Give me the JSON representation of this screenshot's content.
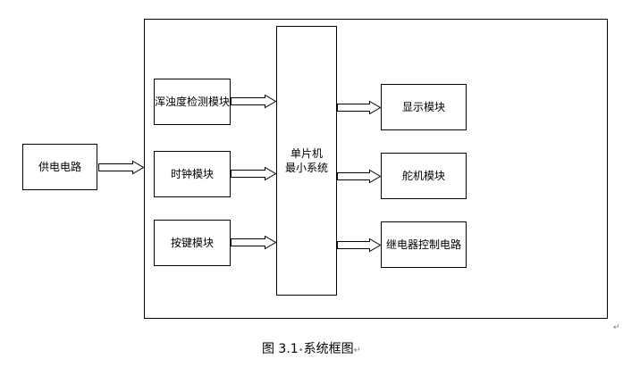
{
  "diagram": {
    "power_supply": "供电电路",
    "turbidity_module": "浑浊度检测模块",
    "clock_module": "时钟模块",
    "key_module": "按键模块",
    "mcu_line1": "单片机",
    "mcu_line2": "最小系统",
    "display_module": "显示模块",
    "servo_module": "舵机模块",
    "relay_circuit": "继电器控制电路"
  },
  "caption": {
    "label": "图 3.1",
    "bullet": "•",
    "title": "系统框图",
    "mark": "↵"
  },
  "paragraph_mark": "↵"
}
